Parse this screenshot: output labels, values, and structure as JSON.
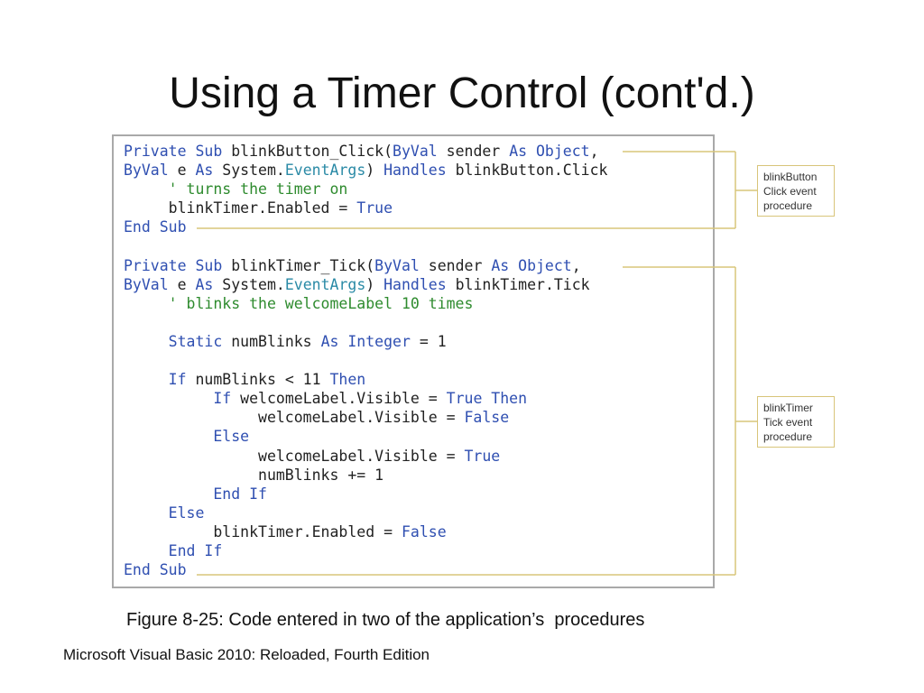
{
  "slide": {
    "title": "Using a Timer Control (cont'd.)",
    "caption": "Figure 8-25: Code entered in two of the application’s  procedures",
    "footer": "Microsoft Visual Basic 2010: Reloaded, Fourth Edition"
  },
  "callouts": [
    {
      "text": "blinkButton\nClick event\nprocedure"
    },
    {
      "text": "blinkTimer\nTick event\nprocedure"
    }
  ],
  "colors": {
    "keyword": "#2f4fb1",
    "type": "#2a8aa6",
    "comment": "#2e8b2e",
    "callout_border": "#d8c57a"
  },
  "code_lines": [
    [
      [
        "kw",
        "Private Sub "
      ],
      [
        "pl",
        "blinkButton_Click("
      ],
      [
        "kw",
        "ByVal"
      ],
      [
        "pl",
        " sender "
      ],
      [
        "kw",
        "As Object"
      ],
      [
        "pl",
        ","
      ]
    ],
    [
      [
        "kw",
        "ByVal"
      ],
      [
        "pl",
        " e "
      ],
      [
        "kw",
        "As"
      ],
      [
        "pl",
        " System."
      ],
      [
        "ty",
        "EventArgs"
      ],
      [
        "pl",
        ") "
      ],
      [
        "kw",
        "Handles"
      ],
      [
        "pl",
        " blinkButton.Click"
      ]
    ],
    [
      [
        "pl",
        "     "
      ],
      [
        "cm",
        "' turns the timer on"
      ]
    ],
    [
      [
        "pl",
        "     blinkTimer.Enabled = "
      ],
      [
        "kw",
        "True"
      ]
    ],
    [
      [
        "kw",
        "End Sub"
      ]
    ],
    [],
    [
      [
        "kw",
        "Private Sub "
      ],
      [
        "pl",
        "blinkTimer_Tick("
      ],
      [
        "kw",
        "ByVal"
      ],
      [
        "pl",
        " sender "
      ],
      [
        "kw",
        "As Object"
      ],
      [
        "pl",
        ","
      ]
    ],
    [
      [
        "kw",
        "ByVal"
      ],
      [
        "pl",
        " e "
      ],
      [
        "kw",
        "As"
      ],
      [
        "pl",
        " System."
      ],
      [
        "ty",
        "EventArgs"
      ],
      [
        "pl",
        ") "
      ],
      [
        "kw",
        "Handles"
      ],
      [
        "pl",
        " blinkTimer.Tick"
      ]
    ],
    [
      [
        "pl",
        "     "
      ],
      [
        "cm",
        "' blinks the welcomeLabel 10 times"
      ]
    ],
    [],
    [
      [
        "pl",
        "     "
      ],
      [
        "kw",
        "Static"
      ],
      [
        "pl",
        " numBlinks "
      ],
      [
        "kw",
        "As Integer"
      ],
      [
        "pl",
        " = 1"
      ]
    ],
    [],
    [
      [
        "pl",
        "     "
      ],
      [
        "kw",
        "If"
      ],
      [
        "pl",
        " numBlinks < 11 "
      ],
      [
        "kw",
        "Then"
      ]
    ],
    [
      [
        "pl",
        "          "
      ],
      [
        "kw",
        "If"
      ],
      [
        "pl",
        " welcomeLabel.Visible = "
      ],
      [
        "kw",
        "True Then"
      ]
    ],
    [
      [
        "pl",
        "               welcomeLabel.Visible = "
      ],
      [
        "kw",
        "False"
      ]
    ],
    [
      [
        "pl",
        "          "
      ],
      [
        "kw",
        "Else"
      ]
    ],
    [
      [
        "pl",
        "               welcomeLabel.Visible = "
      ],
      [
        "kw",
        "True"
      ]
    ],
    [
      [
        "pl",
        "               numBlinks += 1"
      ]
    ],
    [
      [
        "pl",
        "          "
      ],
      [
        "kw",
        "End If"
      ]
    ],
    [
      [
        "pl",
        "     "
      ],
      [
        "kw",
        "Else"
      ]
    ],
    [
      [
        "pl",
        "          blinkTimer.Enabled = "
      ],
      [
        "kw",
        "False"
      ]
    ],
    [
      [
        "pl",
        "     "
      ],
      [
        "kw",
        "End If"
      ]
    ],
    [
      [
        "kw",
        "End Sub"
      ]
    ]
  ]
}
